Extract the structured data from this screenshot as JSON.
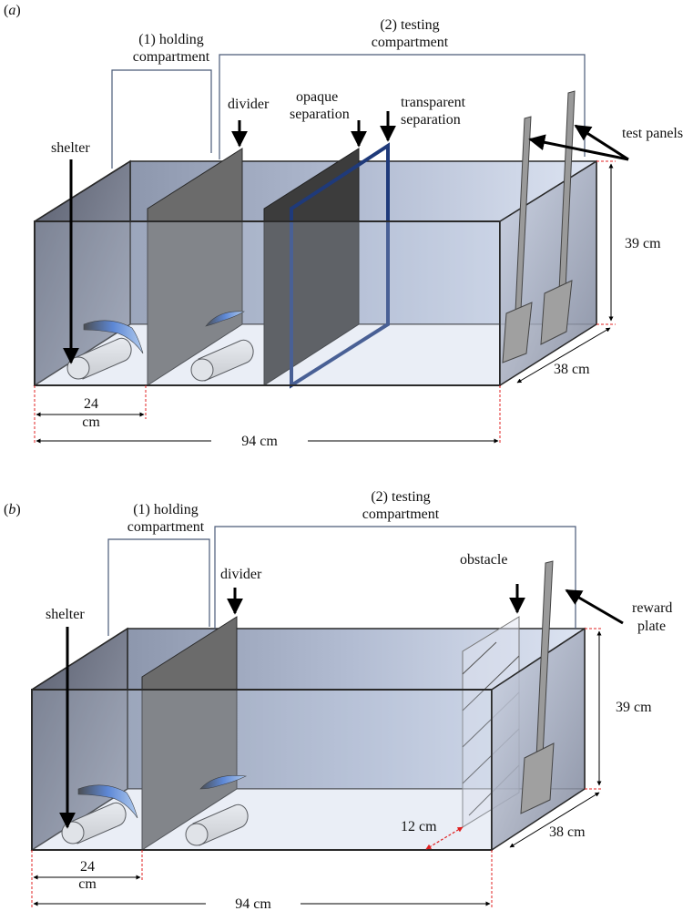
{
  "panel_a": {
    "panel_label_prefix": "(",
    "panel_label_letter": "a",
    "panel_label_suffix": ")",
    "holding_line1": "(1) holding",
    "holding_line2": "compartment",
    "testing_line1": "(2) testing",
    "testing_line2": "compartment",
    "shelter": "shelter",
    "divider": "divider",
    "opaque_line1": "opaque",
    "opaque_line2": "separation",
    "transparent_line1": "transparent",
    "transparent_line2": "separation",
    "test_panels": "test panels",
    "height_dim": "39 cm",
    "depth_dim": "38 cm",
    "holding_width_line1": "24",
    "holding_width_line2": "cm",
    "total_length": "94 cm"
  },
  "panel_b": {
    "panel_label_prefix": "(",
    "panel_label_letter": "b",
    "panel_label_suffix": ")",
    "holding_line1": "(1) holding",
    "holding_line2": "compartment",
    "testing_line1": "(2) testing",
    "testing_line2": "compartment",
    "shelter": "shelter",
    "divider": "divider",
    "obstacle": "obstacle",
    "reward_line1": "reward",
    "reward_line2": "plate",
    "height_dim": "39 cm",
    "depth_dim": "38 cm",
    "obstacle_dist": "12 cm",
    "holding_width_line1": "24",
    "holding_width_line2": "cm",
    "total_length": "94 cm"
  },
  "colors": {
    "tank_edge": "#2a2a2a",
    "glass_blue": "#b8c4dc",
    "divider_grey": "#6b6b6b",
    "opaque_dark": "#3c3c3c",
    "transparent_blue": "#1f3a7a",
    "bracket_line": "#4a5a78",
    "dim_red": "#e02020"
  }
}
